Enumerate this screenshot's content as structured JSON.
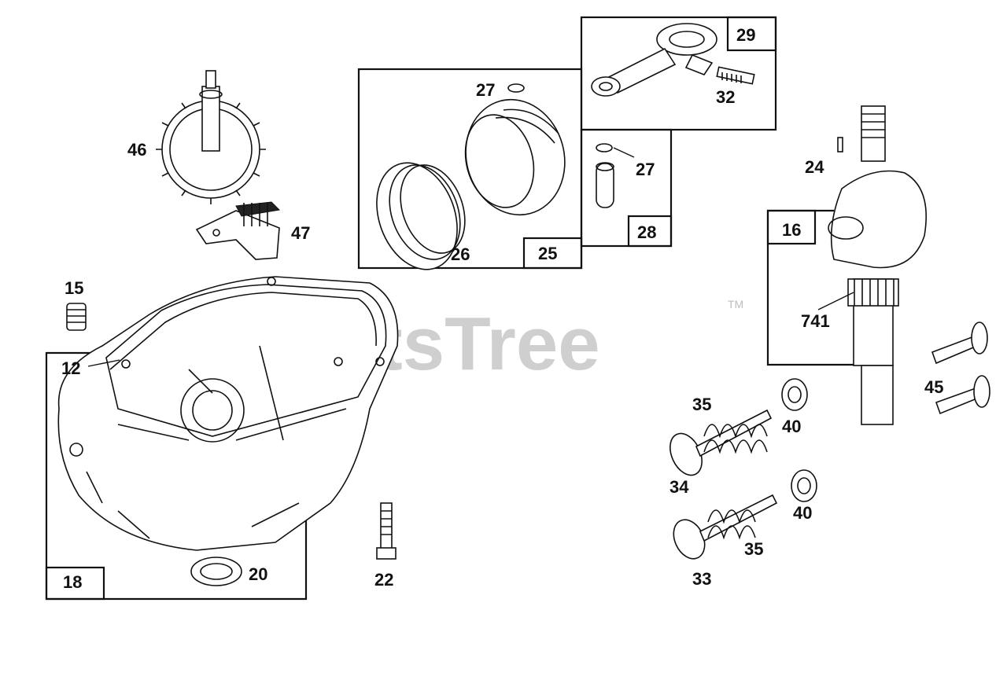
{
  "watermark": {
    "text": "PartsTree",
    "trademark": "TM"
  },
  "boxes": {
    "b25": "25",
    "b28": "28",
    "b29": "29",
    "b16": "16",
    "b18": "18"
  },
  "callouts": {
    "c46": "46",
    "c47": "47",
    "c15": "15",
    "c12": "12",
    "c20": "20",
    "c22": "22",
    "c27a": "27",
    "c26": "26",
    "c27b": "27",
    "c32": "32",
    "c24": "24",
    "c741": "741",
    "c45": "45",
    "c35a": "35",
    "c40a": "40",
    "c34": "34",
    "c40b": "40",
    "c35b": "35",
    "c33": "33"
  }
}
